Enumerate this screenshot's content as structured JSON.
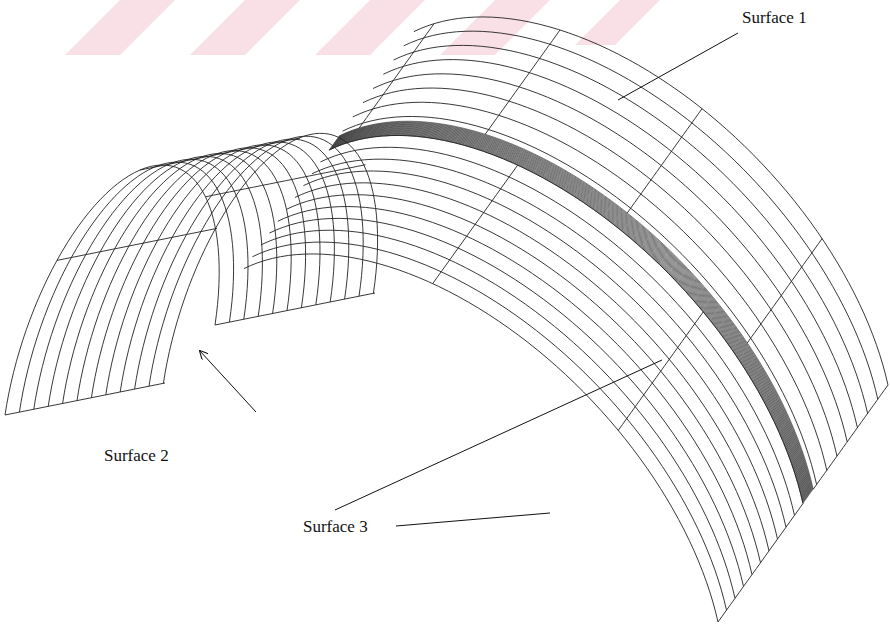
{
  "diagram": {
    "labels": [
      "Surface 1",
      "Surface 2",
      "Surface 3"
    ]
  }
}
